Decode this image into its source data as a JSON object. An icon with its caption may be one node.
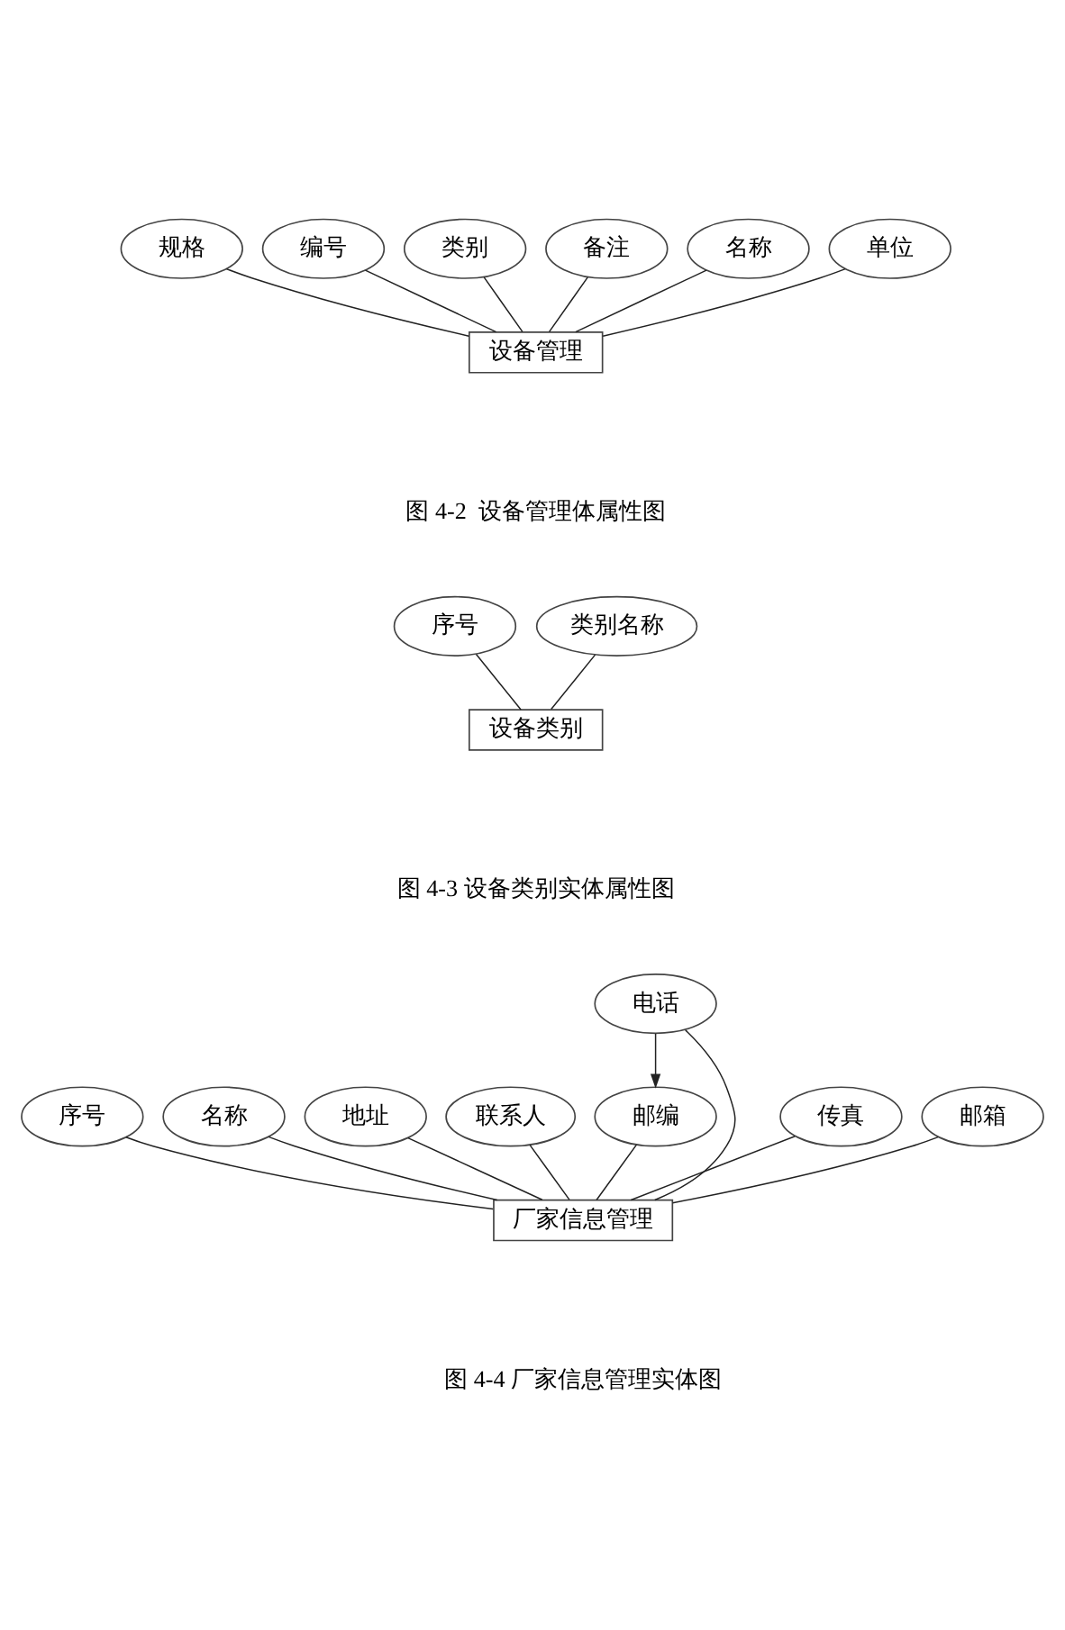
{
  "diagram": {
    "nodes": [
      {
        "text": [
          "类别"
        ]
      },
      {
        "text": [
          "备注"
        ]
      },
      {
        "text": [
          "编号"
        ]
      },
      {
        "text": [
          "名称"
        ]
      },
      {
        "text": [
          "单位"
        ]
      },
      {
        "text": [
          "规格"
        ]
      },
      {
        "text": [
          "设备管理"
        ]
      },
      {
        "text": [
          "序号"
        ]
      },
      {
        "text": [
          "类别名称"
        ]
      },
      {
        "text": [
          "设备类别"
        ]
      },
      {
        "text": [
          "联系人"
        ]
      },
      {
        "text": [
          "电话"
        ]
      },
      {
        "text": [
          "地址"
        ]
      },
      {
        "text": [
          "邮编"
        ]
      },
      {
        "text": [
          "名称"
        ]
      },
      {
        "text": [
          "传真"
        ]
      },
      {
        "text": [
          "序号"
        ]
      },
      {
        "text": [
          "邮箱"
        ]
      },
      {
        "text": [
          "厂家信息管理"
        ]
      }
    ],
    "edges": [
      {
        "from": 0,
        "to": 6,
        "arrow": "none"
      },
      {
        "from": 1,
        "to": 6,
        "arrow": "none"
      },
      {
        "from": 2,
        "to": 6,
        "arrow": "none"
      },
      {
        "from": 3,
        "to": 6,
        "arrow": "none"
      },
      {
        "from": 4,
        "to": 6,
        "arrow": "none"
      },
      {
        "from": 5,
        "to": 6,
        "arrow": "none"
      },
      {
        "from": 7,
        "to": 9,
        "arrow": "none"
      },
      {
        "from": 8,
        "to": 9,
        "arrow": "none"
      },
      {
        "from": 10,
        "to": 18,
        "arrow": "none"
      },
      {
        "from": 11,
        "to": 18,
        "arrow": "none"
      },
      {
        "from": 11,
        "to": 13,
        "arrow": "to"
      },
      {
        "from": 12,
        "to": 18,
        "arrow": "none"
      },
      {
        "from": 13,
        "to": 18,
        "arrow": "none"
      },
      {
        "from": 14,
        "to": 18,
        "arrow": "none"
      },
      {
        "from": 15,
        "to": 18,
        "arrow": "none"
      },
      {
        "from": 16,
        "to": 18,
        "arrow": "none"
      },
      {
        "from": 17,
        "to": 18,
        "arrow": "none"
      }
    ],
    "labels": [
      "图 4-2  设备管理体属性图",
      "图 4-3 设备类别实体属性图",
      "图 4-4 厂家信息管理实体图"
    ]
  }
}
